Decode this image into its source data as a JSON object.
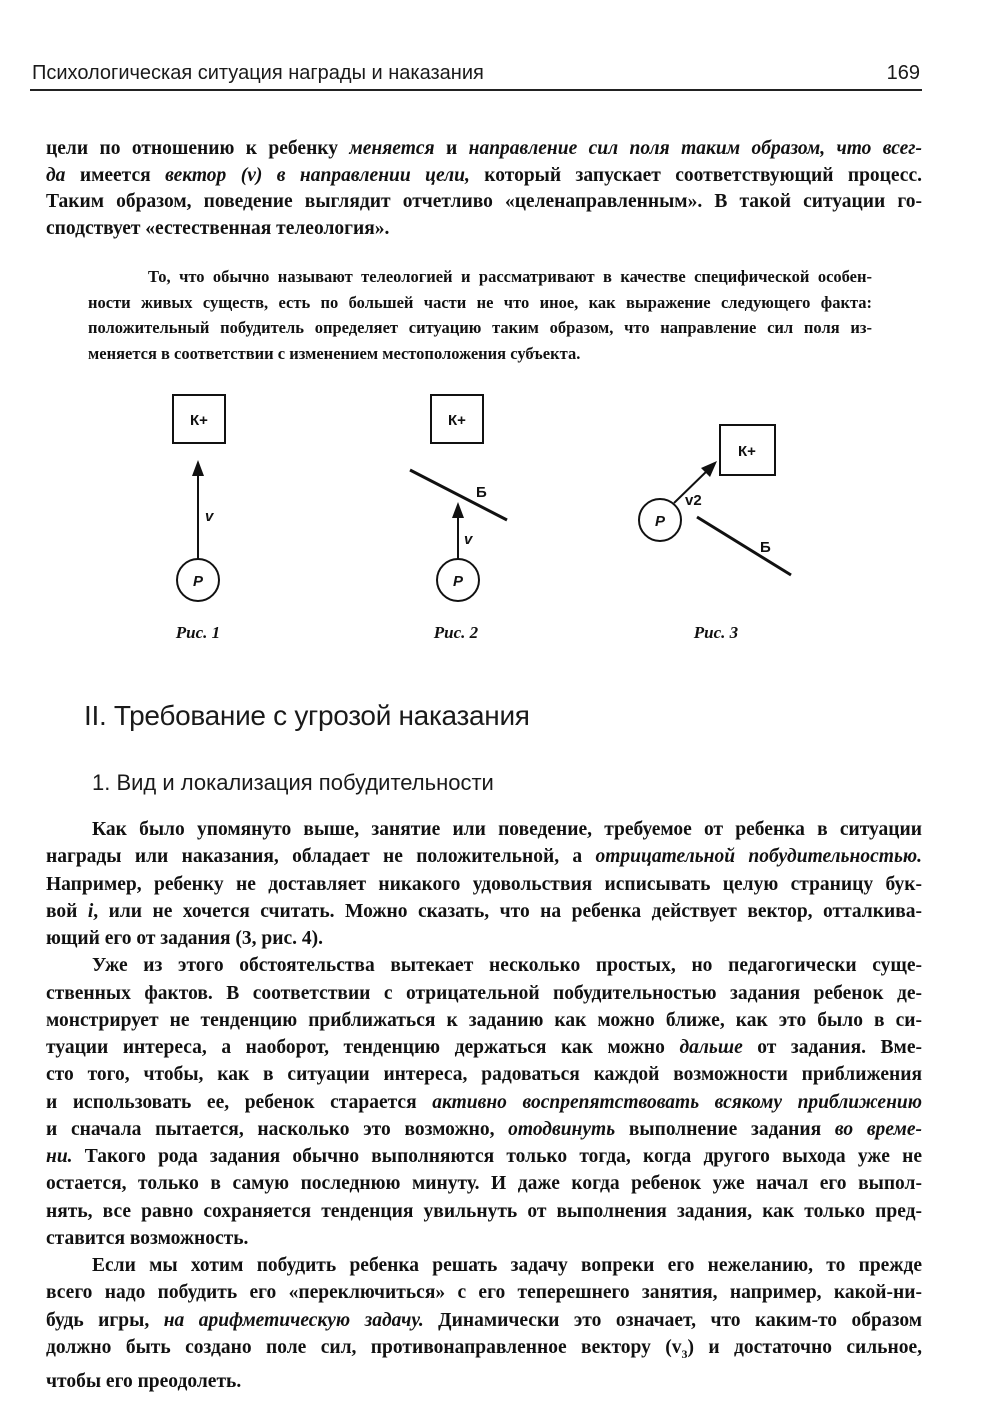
{
  "header": {
    "running_title": "Психологическая ситуация награды и наказания",
    "page_number": "169"
  },
  "top_paragraph": [
    [
      {
        "t": "цели по отношению к ребенку "
      },
      {
        "t": "меняется",
        "i": true
      },
      {
        "t": " и "
      },
      {
        "t": "направление сил поля таким образом, что всег-",
        "i": true
      }
    ],
    [
      {
        "t": "да",
        "i": true
      },
      {
        "t": " имеется "
      },
      {
        "t": "вектор (v) в направлении цели,",
        "i": true
      },
      {
        "t": " который запускает соответствующий процесс."
      }
    ],
    [
      {
        "t": "Таким образом, поведение выглядит отчетливо «целенаправленным». В такой ситуации го-"
      }
    ],
    [
      {
        "t": "сподствует «естественная телеология»."
      }
    ]
  ],
  "small_paragraph": [
    [
      {
        "t": "То, что обычно называют телеологией и рассматривают в качестве специфической особен-"
      }
    ],
    [
      {
        "t": "ности живых существ, есть по большей части не что иное, как выражение следующего факта:"
      }
    ],
    [
      {
        "t": "положительный побудитель определяет ситуацию таким образом, что направление сил поля из-"
      }
    ],
    [
      {
        "t": "меняется в соответствии с изменением местоположения субъекта."
      }
    ]
  ],
  "figures": [
    {
      "caption": "Рис. 1",
      "goal": "К+",
      "person": "P",
      "vector": "v"
    },
    {
      "caption": "Рис. 2",
      "goal": "К+",
      "person": "P",
      "vector": "v",
      "barrier": "Б"
    },
    {
      "caption": "Рис. 3",
      "goal": "К+",
      "person": "P",
      "vector": "v2",
      "barrier": "Б"
    }
  ],
  "section_heading": "II. Требование с угрозой наказания",
  "subsection_heading": "1. Вид и локализация побудительности",
  "lower_paragraphs": [
    [
      [
        {
          "t": "Как было упомянуто выше, занятие или поведение, требуемое от ребенка в ситуации"
        }
      ],
      [
        {
          "t": "награды или наказания, обладает не положительной, а "
        },
        {
          "t": "отрицательной побудительностью.",
          "i": true
        }
      ],
      [
        {
          "t": "Например, ребенку не доставляет никакого удовольствия исписывать целую страницу бук-"
        }
      ],
      [
        {
          "t": "вой "
        },
        {
          "t": "i",
          "i": true
        },
        {
          "t": ", или не хочется считать. Можно сказать, что на ребенка действует вектор, отталкива-"
        }
      ],
      [
        {
          "t": "ющий его от задания (3, рис. 4)."
        }
      ]
    ],
    [
      [
        {
          "t": "Уже из этого обстоятельства вытекает несколько простых, но педагогически суще-"
        }
      ],
      [
        {
          "t": "ственных фактов. В соответствии с отрицательной побудительностью задания ребенок де-"
        }
      ],
      [
        {
          "t": "монстрирует не тенденцию приближаться к заданию как можно ближе, как это было в си-"
        }
      ],
      [
        {
          "t": "туации интереса, а наоборот, тенденцию держаться как можно "
        },
        {
          "t": "дальше",
          "i": true
        },
        {
          "t": " от задания. Вме-"
        }
      ],
      [
        {
          "t": "сто того, чтобы, как в ситуации интереса, радоваться каждой возможности приближения"
        }
      ],
      [
        {
          "t": "и использовать ее, ребенок старается "
        },
        {
          "t": "активно воспрепятствовать всякому приближению",
          "i": true
        }
      ],
      [
        {
          "t": "и сначала пытается, насколько это возможно, "
        },
        {
          "t": "отодвинуть",
          "i": true
        },
        {
          "t": " выполнение задания "
        },
        {
          "t": "во време-",
          "i": true
        }
      ],
      [
        {
          "t": "ни.",
          "i": true
        },
        {
          "t": " Такого рода задания обычно выполняются только тогда, когда другого выхода уже не"
        }
      ],
      [
        {
          "t": "остается, только в самую последнюю минуту. И даже когда ребенок уже начал его выпол-"
        }
      ],
      [
        {
          "t": "нять, все равно сохраняется тенденция увильнуть от выполнения задания, как только пред-"
        }
      ],
      [
        {
          "t": "ставится возможность."
        }
      ]
    ],
    [
      [
        {
          "t": "Если мы хотим побудить ребенка решать задачу вопреки его нежеланию, то прежде"
        }
      ],
      [
        {
          "t": "всего надо побудить его «переключиться» с его теперешнего занятия, например, какой-ни-"
        }
      ],
      [
        {
          "t": "будь игры, "
        },
        {
          "t": "на арифметическую задачу.",
          "i": true
        },
        {
          "t": " Динамически это означает, что каким-то образом"
        }
      ],
      [
        {
          "t": "должно быть создано поле сил, противонаправленное вектору (v"
        },
        {
          "t": "3",
          "sub": true
        },
        {
          "t": ") и достаточно сильное,"
        }
      ],
      [
        {
          "t": "чтобы его преодолеть."
        }
      ]
    ]
  ]
}
